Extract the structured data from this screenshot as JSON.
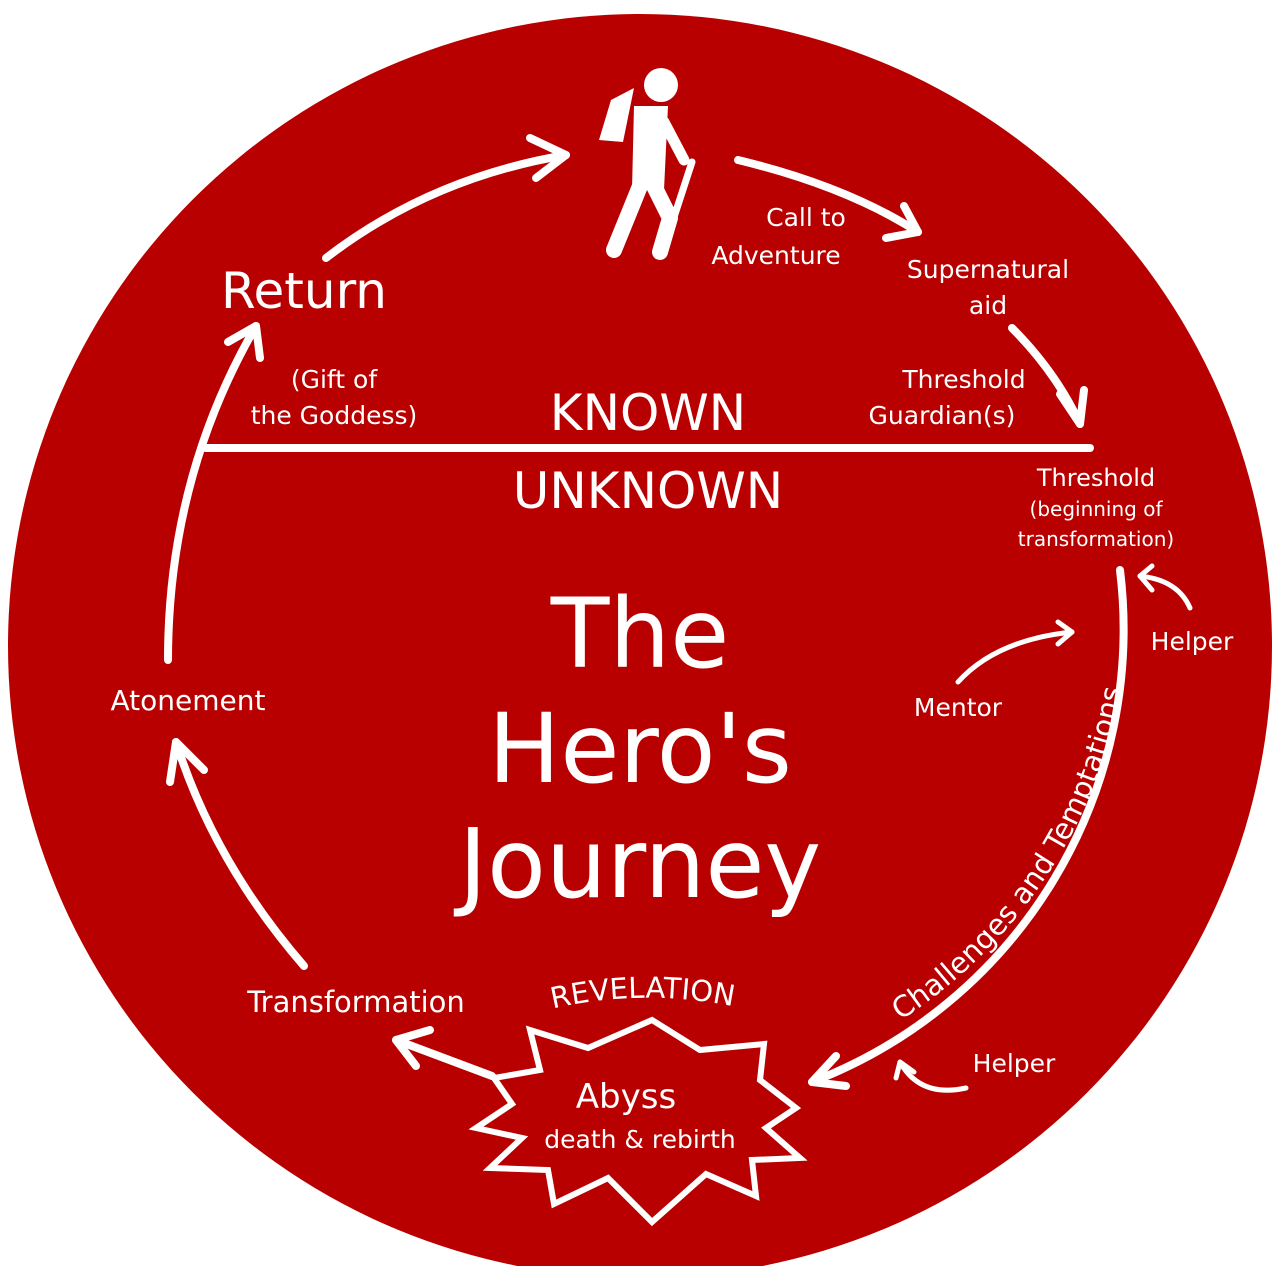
{
  "title": {
    "line1": "The",
    "line2": "Hero's",
    "line3": "Journey"
  },
  "divider": {
    "known": "KNOWN",
    "unknown": "UNKNOWN"
  },
  "stages": {
    "call_to_adventure": {
      "line1": "Call to",
      "line2": "Adventure"
    },
    "supernatural_aid": {
      "line1": "Supernatural",
      "line2": "aid"
    },
    "threshold_guardians": {
      "line1": "Threshold",
      "line2": "Guardian(s)"
    },
    "threshold": {
      "line1": "Threshold",
      "line2": "(beginning of",
      "line3": "transformation)"
    },
    "helper_top": "Helper",
    "mentor": "Mentor",
    "challenges": "Challenges and Temptations",
    "helper_bottom": "Helper",
    "revelation": "REVELATION",
    "abyss": {
      "line1": "Abyss",
      "line2": "death & rebirth"
    },
    "transformation": "Transformation",
    "atonement": "Atonement",
    "return": "Return",
    "gift_of_goddess": {
      "line1": "(Gift of",
      "line2": "the Goddess)"
    }
  },
  "colors": {
    "circle": "#b90000",
    "foreground": "#ffffff",
    "background": "#ffffff"
  },
  "icons": {
    "hiker": "hiker-icon"
  }
}
